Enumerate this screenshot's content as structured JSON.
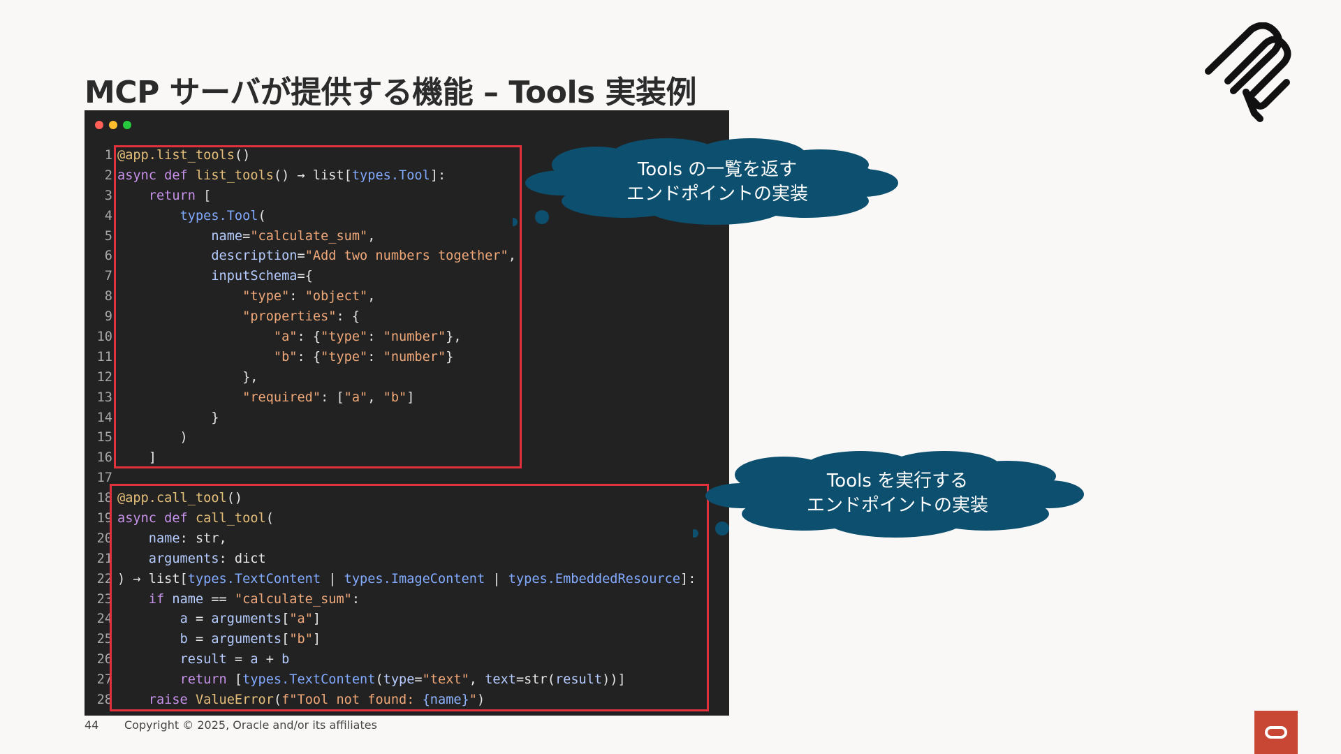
{
  "slide": {
    "title": "MCP サーバが提供する機能 – Tools 実装例",
    "page_number": "44",
    "copyright": "Copyright © 2025, Oracle and/or its affiliates"
  },
  "colors": {
    "code_bg": "#222222",
    "highlight": "#e0313d",
    "callout": "#0d4f6e",
    "oracle_red": "#c74634",
    "dot_red": "#ff5f56",
    "dot_yellow": "#ffbd2e",
    "dot_green": "#27c93f"
  },
  "icons": {
    "logo": "mcp-logo-icon",
    "brand": "oracle-logo-icon",
    "window_controls": [
      "close-dot-icon",
      "minimize-dot-icon",
      "maximize-dot-icon"
    ]
  },
  "callouts": [
    {
      "line1": "Tools の一覧を返す",
      "line2": "エンドポイントの実装"
    },
    {
      "line1": "Tools を実行する",
      "line2": "エンドポイントの実装"
    }
  ],
  "code": {
    "lines": [
      {
        "n": "1",
        "t": [
          [
            "fn",
            "@app.list_tools"
          ],
          [
            "pl",
            "()"
          ]
        ]
      },
      {
        "n": "2",
        "t": [
          [
            "kw",
            "async def "
          ],
          [
            "fn",
            "list_tools"
          ],
          [
            "pl",
            "() → list["
          ],
          [
            "ty",
            "types.Tool"
          ],
          [
            "pl",
            "]:"
          ]
        ]
      },
      {
        "n": "3",
        "t": [
          [
            "pl",
            "    "
          ],
          [
            "kw",
            "return"
          ],
          [
            "pl",
            " ["
          ]
        ]
      },
      {
        "n": "4",
        "t": [
          [
            "pl",
            "        "
          ],
          [
            "ty",
            "types.Tool"
          ],
          [
            "pl",
            "("
          ]
        ]
      },
      {
        "n": "5",
        "t": [
          [
            "pl",
            "            "
          ],
          [
            "pa",
            "name"
          ],
          [
            "pl",
            "="
          ],
          [
            "st",
            "\"calculate_sum\""
          ],
          [
            "pl",
            ","
          ]
        ]
      },
      {
        "n": "6",
        "t": [
          [
            "pl",
            "            "
          ],
          [
            "pa",
            "description"
          ],
          [
            "pl",
            "="
          ],
          [
            "st",
            "\"Add two numbers together\""
          ],
          [
            "pl",
            ","
          ]
        ]
      },
      {
        "n": "7",
        "t": [
          [
            "pl",
            "            "
          ],
          [
            "pa",
            "inputSchema"
          ],
          [
            "pl",
            "={"
          ]
        ]
      },
      {
        "n": "8",
        "t": [
          [
            "pl",
            "                "
          ],
          [
            "st",
            "\"type\""
          ],
          [
            "pl",
            ": "
          ],
          [
            "st",
            "\"object\""
          ],
          [
            "pl",
            ","
          ]
        ]
      },
      {
        "n": "9",
        "t": [
          [
            "pl",
            "                "
          ],
          [
            "st",
            "\"properties\""
          ],
          [
            "pl",
            ": {"
          ]
        ]
      },
      {
        "n": "10",
        "t": [
          [
            "pl",
            "                    "
          ],
          [
            "st",
            "\"a\""
          ],
          [
            "pl",
            ": {"
          ],
          [
            "st",
            "\"type\""
          ],
          [
            "pl",
            ": "
          ],
          [
            "st",
            "\"number\""
          ],
          [
            "pl",
            "},"
          ]
        ]
      },
      {
        "n": "11",
        "t": [
          [
            "pl",
            "                    "
          ],
          [
            "st",
            "\"b\""
          ],
          [
            "pl",
            ": {"
          ],
          [
            "st",
            "\"type\""
          ],
          [
            "pl",
            ": "
          ],
          [
            "st",
            "\"number\""
          ],
          [
            "pl",
            "}"
          ]
        ]
      },
      {
        "n": "12",
        "t": [
          [
            "pl",
            "                },"
          ]
        ]
      },
      {
        "n": "13",
        "t": [
          [
            "pl",
            "                "
          ],
          [
            "st",
            "\"required\""
          ],
          [
            "pl",
            ": ["
          ],
          [
            "st",
            "\"a\""
          ],
          [
            "pl",
            ", "
          ],
          [
            "st",
            "\"b\""
          ],
          [
            "pl",
            "]"
          ]
        ]
      },
      {
        "n": "14",
        "t": [
          [
            "pl",
            "            }"
          ]
        ]
      },
      {
        "n": "15",
        "t": [
          [
            "pl",
            "        )"
          ]
        ]
      },
      {
        "n": "16",
        "t": [
          [
            "pl",
            "    ]"
          ]
        ]
      },
      {
        "n": "17",
        "t": [
          [
            "pl",
            ""
          ]
        ]
      },
      {
        "n": "18",
        "t": [
          [
            "fn",
            "@app.call_tool"
          ],
          [
            "pl",
            "()"
          ]
        ]
      },
      {
        "n": "19",
        "t": [
          [
            "kw",
            "async def "
          ],
          [
            "fn",
            "call_tool"
          ],
          [
            "pl",
            "("
          ]
        ]
      },
      {
        "n": "20",
        "t": [
          [
            "pl",
            "    "
          ],
          [
            "pa",
            "name"
          ],
          [
            "pl",
            ": str,"
          ]
        ]
      },
      {
        "n": "21",
        "t": [
          [
            "pl",
            "    "
          ],
          [
            "pa",
            "arguments"
          ],
          [
            "pl",
            ": dict"
          ]
        ]
      },
      {
        "n": "22",
        "t": [
          [
            "pl",
            ") → list["
          ],
          [
            "ty",
            "types.TextContent"
          ],
          [
            "pl",
            " | "
          ],
          [
            "ty",
            "types.ImageContent"
          ],
          [
            "pl",
            " | "
          ],
          [
            "ty",
            "types.EmbeddedResource"
          ],
          [
            "pl",
            "]:"
          ]
        ]
      },
      {
        "n": "23",
        "t": [
          [
            "pl",
            "    "
          ],
          [
            "kw",
            "if "
          ],
          [
            "pa",
            "name"
          ],
          [
            "pl",
            " == "
          ],
          [
            "st",
            "\"calculate_sum\""
          ],
          [
            "pl",
            ":"
          ]
        ]
      },
      {
        "n": "24",
        "t": [
          [
            "pl",
            "        "
          ],
          [
            "pa",
            "a"
          ],
          [
            "pl",
            " = "
          ],
          [
            "pa",
            "arguments"
          ],
          [
            "pl",
            "["
          ],
          [
            "st",
            "\"a\""
          ],
          [
            "pl",
            "]"
          ]
        ]
      },
      {
        "n": "25",
        "t": [
          [
            "pl",
            "        "
          ],
          [
            "pa",
            "b"
          ],
          [
            "pl",
            " = "
          ],
          [
            "pa",
            "arguments"
          ],
          [
            "pl",
            "["
          ],
          [
            "st",
            "\"b\""
          ],
          [
            "pl",
            "]"
          ]
        ]
      },
      {
        "n": "26",
        "t": [
          [
            "pl",
            "        "
          ],
          [
            "pa",
            "result"
          ],
          [
            "pl",
            " = "
          ],
          [
            "pa",
            "a"
          ],
          [
            "pl",
            " + "
          ],
          [
            "pa",
            "b"
          ]
        ]
      },
      {
        "n": "27",
        "t": [
          [
            "pl",
            "        "
          ],
          [
            "kw",
            "return"
          ],
          [
            "pl",
            " ["
          ],
          [
            "ty",
            "types.TextContent"
          ],
          [
            "pl",
            "("
          ],
          [
            "pa",
            "type"
          ],
          [
            "pl",
            "="
          ],
          [
            "st",
            "\"text\""
          ],
          [
            "pl",
            ", "
          ],
          [
            "pa",
            "text"
          ],
          [
            "pl",
            "=str("
          ],
          [
            "pa",
            "result"
          ],
          [
            "pl",
            "))]"
          ]
        ]
      },
      {
        "n": "28",
        "t": [
          [
            "pl",
            "    "
          ],
          [
            "kw",
            "raise "
          ],
          [
            "fn",
            "ValueError"
          ],
          [
            "pl",
            "("
          ],
          [
            "st",
            "f\"Tool not found: "
          ],
          [
            "bl",
            "{name}"
          ],
          [
            "st",
            "\""
          ],
          [
            "pl",
            ")"
          ]
        ]
      }
    ]
  }
}
